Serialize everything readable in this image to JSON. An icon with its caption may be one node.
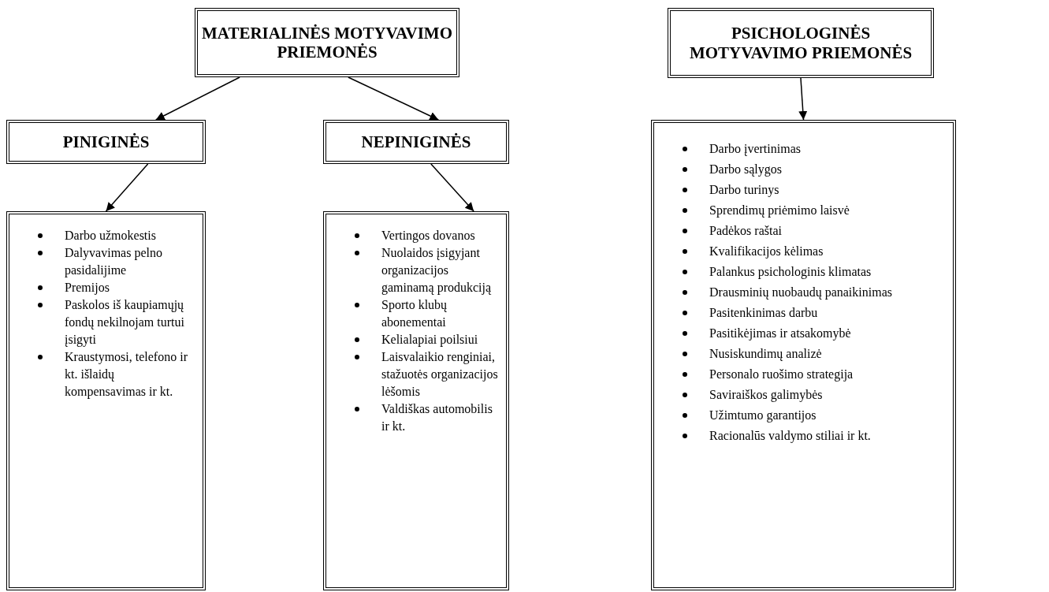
{
  "diagram": {
    "nodes": [
      {
        "text": [
          "MATERIALINĖS MOTYVAVIMO PRIEMONĖS"
        ]
      },
      {
        "text": [
          "PINIGINĖS"
        ]
      },
      {
        "text": [
          "NEPINIGINĖS"
        ]
      },
      {
        "text": [
          "Darbo užmokestis",
          "Dalyvavimas pelno pasidalijime",
          "Premijos",
          "Paskolos iš kaupiamųjų fondų nekilnojam turtui įsigyti",
          "Kraustymosi, telefono ir kt. išlaidų kompensavimas ir kt."
        ]
      },
      {
        "text": [
          "Vertingos dovanos",
          "Nuolaidos įsigyjant organizacijos gaminamą produkciją",
          "Sporto klubų abonementai",
          "Kelialapiai poilsiui",
          "Laisvalaikio renginiai, stažuotės organizacijos lėšomis",
          "Valdiškas automobilis ir kt."
        ]
      },
      {
        "text": [
          "PSICHOLOGINĖS MOTYVAVIMO PRIEMONĖS"
        ]
      },
      {
        "text": [
          "Darbo įvertinimas",
          "Darbo sąlygos",
          "Darbo turinys",
          "Sprendimų priėmimo laisvė",
          "Padėkos raštai",
          "Kvalifikacijos kėlimas",
          "Palankus psichologinis klimatas",
          "Drausminių nuobaudų panaikinimas",
          "Pasitenkinimas darbu",
          "Pasitikėjimas ir atsakomybė",
          "Nusiskundimų analizė",
          "Personalo ruošimo strategija",
          "Saviraiškos galimybės",
          "Užimtumo garantijos",
          "Racionalūs valdymo stiliai ir kt."
        ]
      }
    ],
    "edges": [
      {
        "from": 0,
        "to": 1,
        "arrow": "to"
      },
      {
        "from": 0,
        "to": 2,
        "arrow": "to"
      },
      {
        "from": 1,
        "to": 3,
        "arrow": "to"
      },
      {
        "from": 2,
        "to": 4,
        "arrow": "to"
      },
      {
        "from": 5,
        "to": 6,
        "arrow": "to"
      }
    ]
  }
}
